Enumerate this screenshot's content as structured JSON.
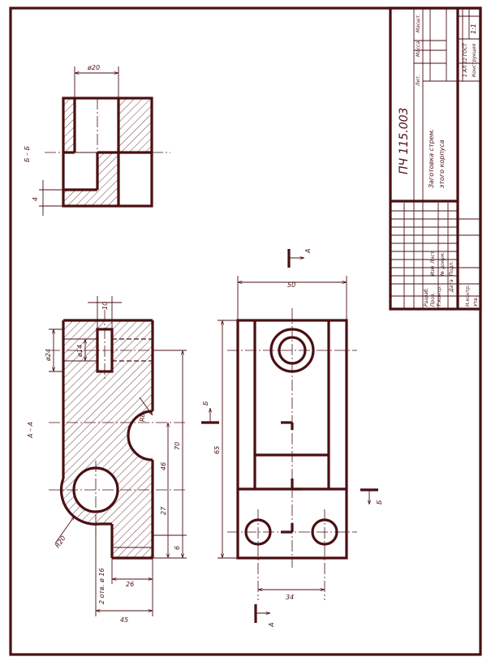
{
  "title_block": {
    "designation": "ПЧ 115.003",
    "part_name_line1": "Заготовка стрем.",
    "part_name_line2": "этого корпуса",
    "sheet_info": "1:1",
    "material_line1": "1 АЛ 22 ГОСТ",
    "material_line2": "Конструкция",
    "row_labels": [
      "Изм",
      "Лист",
      "№ докум.",
      "Подп.",
      "Дата",
      "Разраб.",
      "Пров.",
      "Т.контр.",
      "Н.контр.",
      "Утв."
    ],
    "col_labels": [
      "Лит.",
      "Масса",
      "Масшт."
    ]
  },
  "views": {
    "section_b": {
      "label": "Б – Б",
      "dims": {
        "top_bore": "ø20",
        "step_height": "4"
      }
    },
    "section_a": {
      "label": "А – А",
      "dims": {
        "counterbore_depth": "10",
        "outer_dia": "ø24",
        "inner_dia": "ø14",
        "arc_radius": "R8",
        "total_height": "70",
        "dim_46": "46",
        "dim_27": "27",
        "dim_6": "6",
        "fillet": "R20",
        "holes": "2 отв. ø 16",
        "width_26": "26",
        "width_45": "45"
      }
    },
    "top_view": {
      "dims": {
        "width": "50",
        "length": "65",
        "hole_spacing": "34"
      },
      "cut_a": "А",
      "cut_b": "Б"
    }
  }
}
